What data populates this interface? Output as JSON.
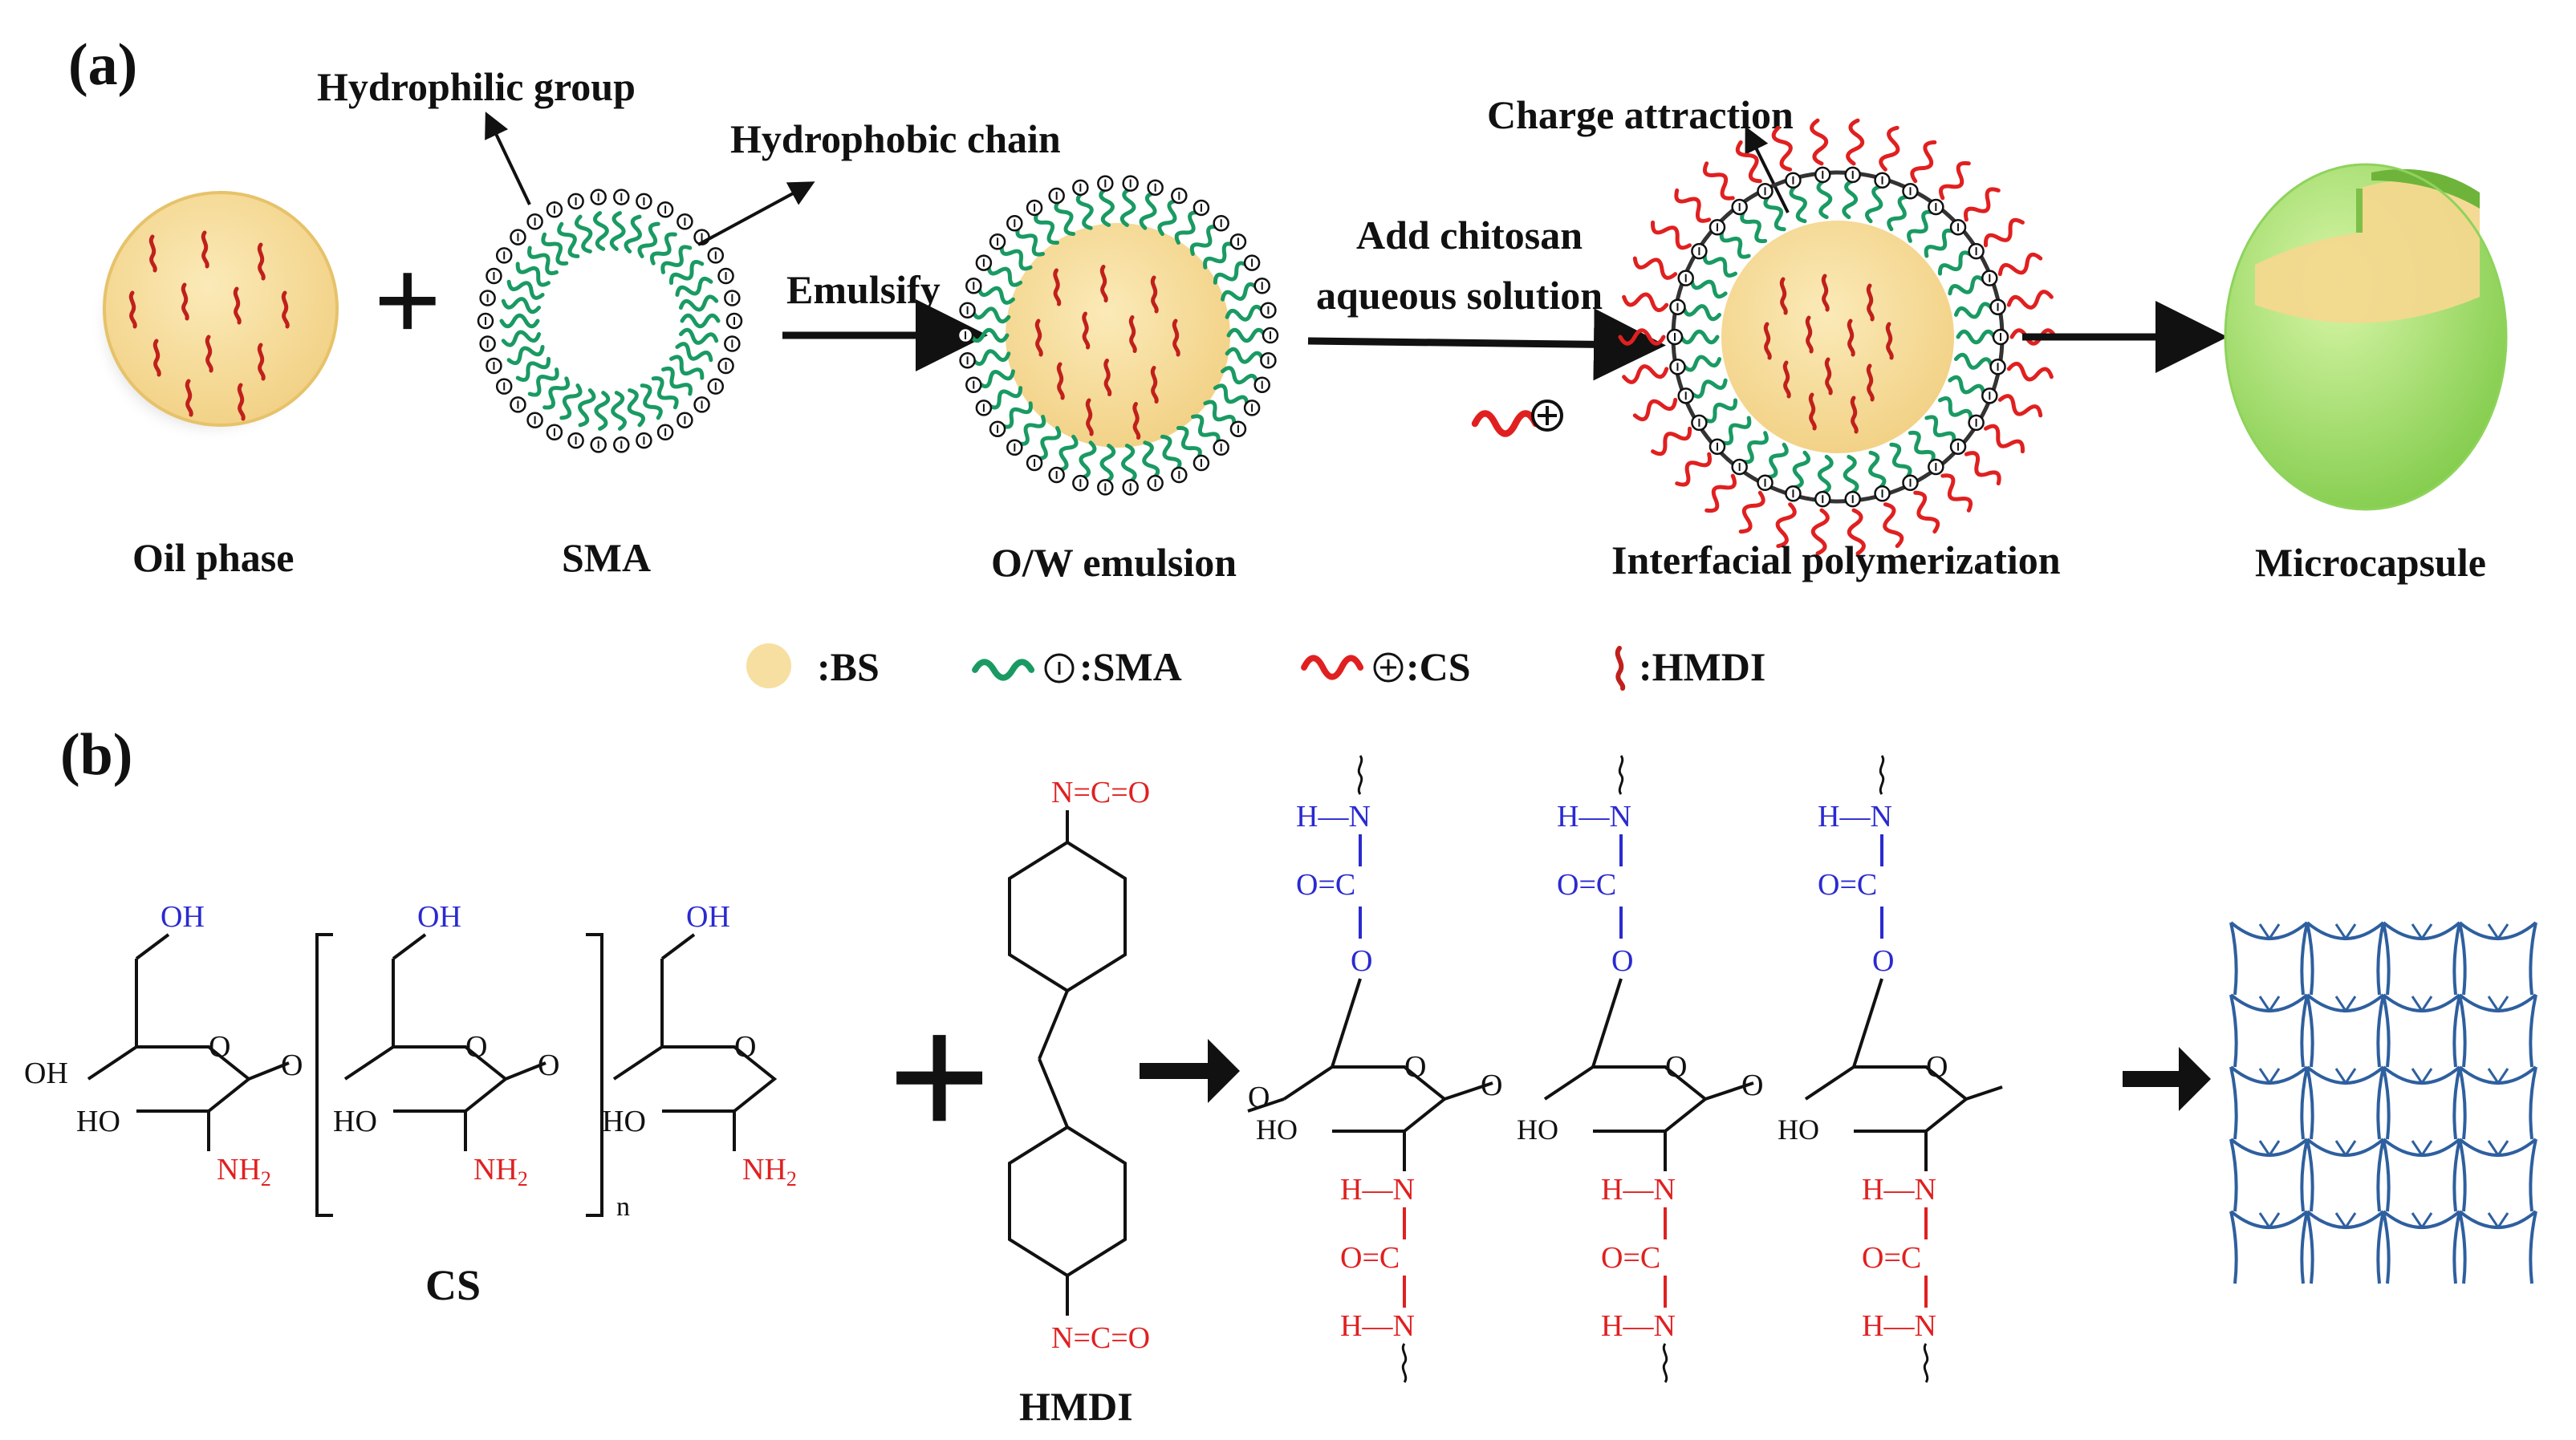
{
  "panel_a": {
    "tag": "(a)",
    "callouts": {
      "hydrophilic": "Hydrophilic group",
      "hydrophobic": "Hydrophobic chain",
      "charge": "Charge attraction"
    },
    "steps": {
      "emulsify": "Emulsify",
      "add_line1": "Add chitosan",
      "add_line2": "aqueous solution",
      "plus": "+"
    },
    "labels": {
      "oil": "Oil phase",
      "sma": "SMA",
      "emulsion": "O/W emulsion",
      "interfacial": "Interfacial polymerization",
      "microcapsule": "Microcapsule"
    },
    "legend": {
      "bs": ":BS",
      "sma": ":SMA",
      "cs": ":CS",
      "hmdi": ":HMDI",
      "minus_sign": "-",
      "plus_sign": "+"
    }
  },
  "panel_b": {
    "tag": "(b)",
    "cs_label": "CS",
    "hmdi_label": "HMDI",
    "repeat_n": "n",
    "plus": "+",
    "chem": {
      "oh": "OH",
      "ho": "HO",
      "o": "O",
      "n": "N",
      "h": "H",
      "c": "C",
      "nh": "NH",
      "sub2": "2",
      "eq": "="
    }
  },
  "colors": {
    "oil_fill": "#f6dfa0",
    "sma_green": "#1a9a63",
    "cs_red": "#e02020",
    "urethane_blue": "#2a2ad0",
    "network_blue": "#2e5f9f",
    "arrow_black": "#111111",
    "shell_green": "#a6e07a"
  },
  "icons": {
    "negative_charge": "circle-minus-icon",
    "positive_charge": "circle-plus-icon",
    "reaction_arrow": "right-arrow-icon"
  }
}
